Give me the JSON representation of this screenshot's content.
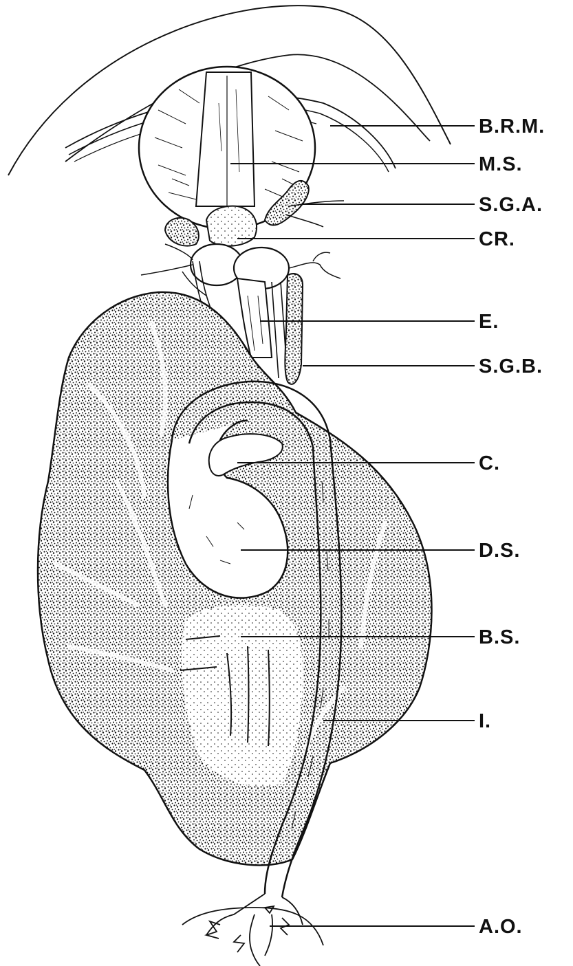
{
  "labels": {
    "brm": "B.R.M.",
    "ms": "M.S.",
    "sga": "S.G.A.",
    "cr": "CR.",
    "e": "E.",
    "sgb": "S.G.B.",
    "c": "C.",
    "ds": "D.S.",
    "bs": "B.S.",
    "i": "I.",
    "ao": "A.O."
  },
  "colors": {
    "ink": "#111111",
    "paper": "#ffffff"
  }
}
